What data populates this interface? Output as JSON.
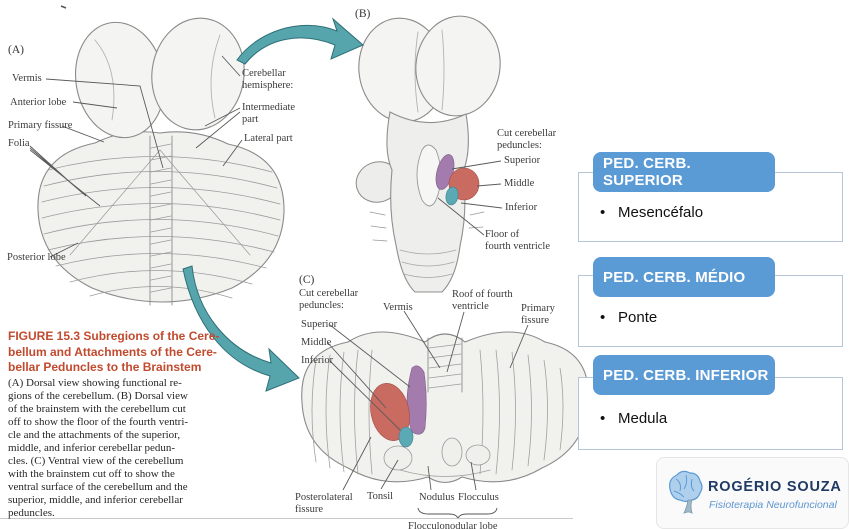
{
  "figure": {
    "a": {
      "tag": "(A)",
      "vermis": "Vermis",
      "anterior_lobe": "Anterior lobe",
      "primary_fissure": "Primary fissure",
      "folia": "Folia",
      "posterior_lobe": "Posterior lobe",
      "hemisphere": "Cerebellar\nhemisphere:",
      "intermediate": "Intermediate\npart",
      "lateral": "Lateral part"
    },
    "b": {
      "tag": "(B)",
      "cut_peduncles": "Cut cerebellar\npeduncles:",
      "superior": "Superior",
      "middle": "Middle",
      "inferior": "Inferior",
      "floor": "Floor of\nfourth ventricle"
    },
    "c": {
      "tag": "(C)",
      "cut_peduncles": "Cut cerebellar\npeduncles:",
      "superior": "Superior",
      "middle": "Middle",
      "inferior": "Inferior",
      "vermis": "Vermis",
      "roof": "Roof of fourth\nventricle",
      "primary_fissure": "Primary\nfissure",
      "posterolateral": "Posterolateral\nfissure",
      "tonsil": "Tonsil",
      "nodulus": "Nodulus",
      "flocculus": "Flocculus",
      "flocculonodular": "Flocculonodular lobe"
    },
    "caption": {
      "title": "FIGURE 15.3  Subregions of the Cere-\nbellum and Attachments of the Cere-\nbellar Peduncles to the Brainstem",
      "body": "(A) Dorsal view showing functional re-\ngions of the cerebellum. (B) Dorsal view\nof the brainstem with the cerebellum cut\noff to show the floor of the fourth ventri-\ncle and the attachments of the superior,\nmiddle, and inferior cerebellar pedun-\ncles. (C) Ventral view of the cerebellum\nwith the brainstem cut off to show the\nventral surface of the cerebellum and the\nsuperior, middle, and inferior cerebellar\npeduncles."
    }
  },
  "callouts": [
    {
      "header": "PED. CERB. SUPERIOR",
      "bullet": "Mesencéfalo"
    },
    {
      "header": "PED. CERB.  MÉDIO",
      "bullet": "Ponte"
    },
    {
      "header": "PED. CERB. INFERIOR",
      "bullet": "Medula"
    }
  ],
  "logo": {
    "name": "ROGÉRIO SOUZA",
    "subtitle": "Fisioterapia Neurofuncional",
    "icon": "brain-icon"
  },
  "colors": {
    "accent_blue": "#5B9BD5",
    "arrow_teal": "#57A5AC",
    "caption_red": "#C24A2E",
    "peduncle_superior": "#A37BAD",
    "peduncle_middle": "#C96B61",
    "peduncle_inferior": "#5BA9B5",
    "logo_navy": "#1F3A63"
  }
}
